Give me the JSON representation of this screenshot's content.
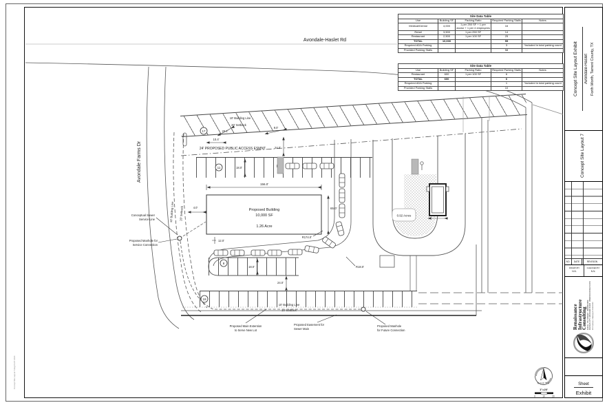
{
  "tables": {
    "site1": {
      "title": "Site Data Table",
      "headers": [
        "Use",
        "Building SF",
        "Parking Ratio",
        "Required Parking Stalls",
        "Notes"
      ],
      "rows": [
        [
          "Medical/Dental",
          "4,000",
          "1 per 250 SF + 1 per doctor + 1 per 4 employees",
          "16",
          ""
        ],
        [
          "Retail",
          "3,500",
          "1 per 250 SF",
          "14",
          ""
        ],
        [
          "Restaurant",
          "2,500",
          "1 per 100 SF",
          "25",
          ""
        ],
        [
          "TOTAL",
          "10,000",
          "",
          "55",
          ""
        ],
        [
          "Required ADA Parking",
          "",
          "",
          "3",
          "*included in total parking count"
        ],
        [
          "Provided Parking Stalls",
          "",
          "",
          "58",
          ""
        ]
      ]
    },
    "site2": {
      "title": "Site Data Table",
      "headers": [
        "Use",
        "Building SF",
        "Parking Ratio",
        "Required Parking Stalls",
        "Notes"
      ],
      "rows": [
        [
          "Restaurant",
          "600",
          "1 per 100 SF",
          "6",
          ""
        ],
        [
          "TOTAL",
          "600",
          "",
          "6",
          ""
        ],
        [
          "Required ADA Parking",
          "",
          "",
          "1",
          "*included in total parking count"
        ],
        [
          "Provided Parking Stalls",
          "",
          "",
          "10",
          ""
        ]
      ]
    }
  },
  "titleblock": {
    "project_type": "Concept Site Layout Exhibit",
    "project_name": "Avondale-Haslet",
    "project_location": "Forth Worth, Tarrent County, TX",
    "sheet_title": "Concept Site Layout 7",
    "rev_no": "NO.",
    "rev_date": "DATE",
    "rev_revision": "REVISION",
    "drawn_by_label": "DRAWN BY",
    "drawn_by": "N.N.",
    "checked_by_label": "CHECKED BY",
    "checked_by": "N.N.",
    "firm1": "Renaissance",
    "firm2": "Infrastructure",
    "firm3": "Consulting",
    "addr1": "1100 E. 7TH STREET",
    "addr2": "KANSAS CITY, MISSOURI 64106",
    "addr3": "816.800.0950",
    "addr4": "WWW.RICONSULT.COM",
    "cert": "MO Certificate of Authority E-2014015506",
    "sheet_label": "Sheet",
    "sheet_value": "Exhibit"
  },
  "drawing": {
    "roads": {
      "top": "Avondale-Haslet Rd",
      "left": "Avondale Farms Dr"
    },
    "site": {
      "building_name": "Proposed Building",
      "building_sf": "10,000 SF",
      "building_acreage": "1.26 Acre",
      "outparcel_acreage": "0.92 Acres"
    },
    "lines": {
      "building_line_10": "10' Building Line",
      "setback_20": "20' Setback",
      "setback_10": "10' Setback",
      "access_esmnt": "24' PROPOSED PUBLIC ACCESS ESMNT"
    },
    "dims": {
      "d156": "156.0'",
      "d65": "65.0'",
      "d4": "4.0'",
      "d12": "12.0'",
      "d18": "18.0'",
      "d24": "24.0'",
      "d20_1": "20.1'",
      "d10_4": "10.4'",
      "d9": "9.0'",
      "r174": "R174.0'",
      "r18": "R18.0'"
    },
    "stall_counts": {
      "c17": "17",
      "c11": "11",
      "c3": "3",
      "c8": "8",
      "c19": "19"
    },
    "callouts": {
      "sewer1": "Conceptual Sewer",
      "sewer2": "Service Line",
      "mh1a": "Proposed Manhole for",
      "mh1b": "Service Connection",
      "ext1": "Proposed Main Extention",
      "ext2": "to Serve New Lot",
      "ease1": "Proposed Easement for",
      "ease2": "Sewer Main",
      "mh2a": "Proposed Manhole",
      "mh2b": "for Future Connection"
    },
    "north": {
      "label": "NORTH",
      "scale": "1\"=20'",
      "t0": "0",
      "t10": "10",
      "t20": "20"
    },
    "stamp1": "Concept Site Layout 7.dwg",
    "stamp2": "PLOT 2024"
  }
}
